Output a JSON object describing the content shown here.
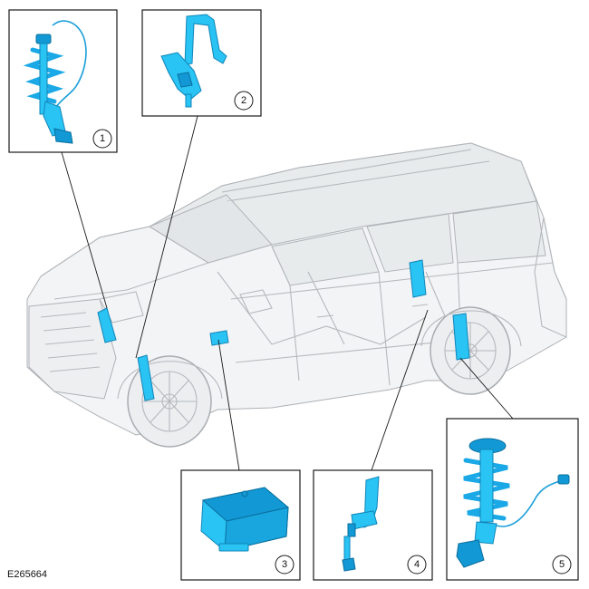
{
  "figure_ref": "E265664",
  "callouts": [
    {
      "number": "1"
    },
    {
      "number": "2"
    },
    {
      "number": "3"
    },
    {
      "number": "4"
    },
    {
      "number": "5"
    }
  ],
  "colors": {
    "component": "#29c3f4",
    "component_dark": "#1298d4",
    "vehicle_outline": "#b5b9bd",
    "box_border": "#1a1a1a"
  },
  "icons": [
    "front-shock-strut-icon",
    "height-sensor-front-icon",
    "control-module-icon",
    "height-sensor-rear-icon",
    "rear-shock-strut-icon",
    "suv-vehicle-icon"
  ]
}
